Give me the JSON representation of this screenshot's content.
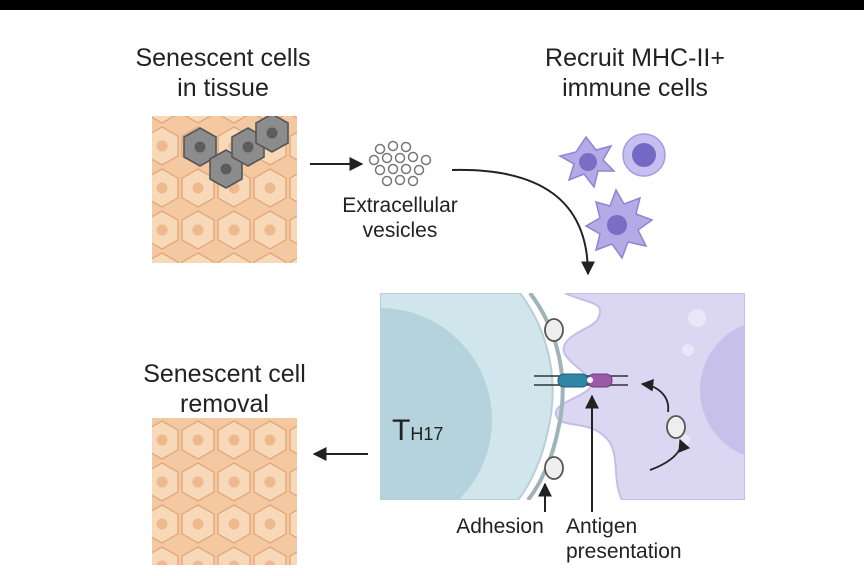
{
  "labels": {
    "senescent_title": "Senescent cells\nin tissue",
    "recruit_title": "Recruit MHC-II+\nimmune cells",
    "vesicles": "Extracellular\nvesicles",
    "removal_title": "Senescent cell\nremoval",
    "th17_main": "T",
    "th17_sub": "H17",
    "adhesion": "Adhesion",
    "antigen": "Antigen\npresentation"
  },
  "colors": {
    "tissue_fill": "#f4c9a2",
    "tissue_cell": "#f7d8b9",
    "tissue_nucleus": "#efb98e",
    "tissue_line": "#e3a97a",
    "senescent_fill": "#8a8a8a",
    "senescent_nucleus": "#5f5f5f",
    "tcell_outer": "#cfe4ea",
    "tcell_inner": "#b2d1da",
    "apc_fill": "#d9d4f1",
    "apc_nucleus": "#c4bde8",
    "immune_purple": "#b8aee6",
    "immune_dark": "#7f72c8",
    "receptor_teal": "#2f86a6",
    "receptor_purple": "#9b5aa8",
    "arrow": "#222222"
  }
}
